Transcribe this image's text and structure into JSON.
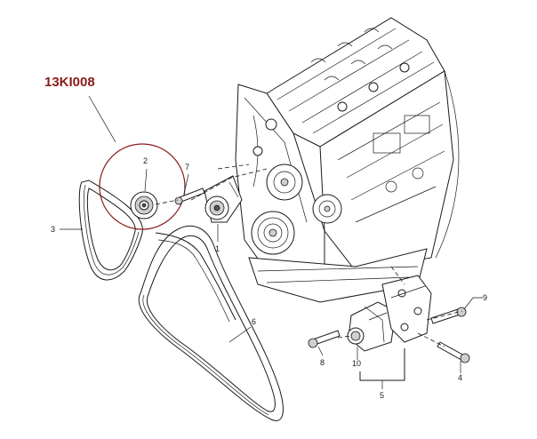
{
  "reference_code": "13KI008",
  "callouts": {
    "c1": "1",
    "c2": "2",
    "c3": "3",
    "c4": "4",
    "c5": "5",
    "c6": "6",
    "c7": "7",
    "c8": "8",
    "c9": "9",
    "c10": "10"
  },
  "colors": {
    "highlight": "#8b1a1a",
    "line": "#1a1a1a"
  }
}
